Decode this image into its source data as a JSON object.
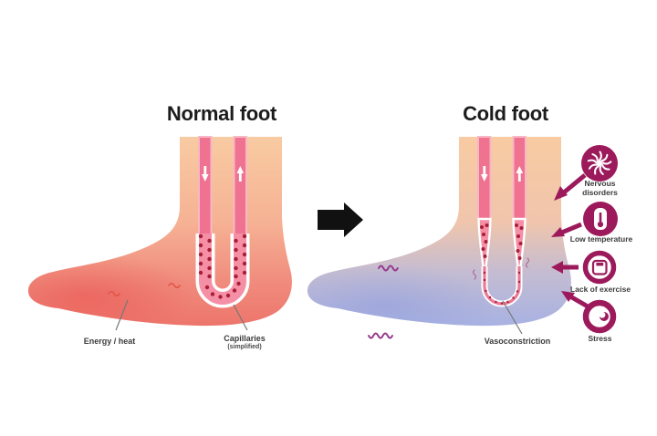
{
  "header": {
    "left_title": "Normal foot",
    "right_title": "Cold foot"
  },
  "normal_foot": {
    "label_energy": "Energy / heat",
    "label_capillaries": "Capillaries",
    "label_capillaries_note": "(simplified)"
  },
  "cold_foot": {
    "label_vasoconstriction": "Vasoconstriction"
  },
  "causes": [
    {
      "label": "Nervous disorders",
      "icon": "neuron-icon"
    },
    {
      "label": "Low temperature",
      "icon": "thermometer-icon"
    },
    {
      "label": "Lack of exercise",
      "icon": "weight-scale-icon"
    },
    {
      "label": "Stress",
      "icon": "stressed-head-icon"
    }
  ],
  "icons": {
    "transition": "right-block-arrow-icon",
    "blood_flow": "blood-flow-arrow-icon",
    "heat_marks": "heat-squiggle-icon",
    "cold_marks": "cold-squiggle-icon"
  },
  "colors": {
    "background": "#FFFFFF",
    "skin": "#F8CBA2",
    "warm_foot": "#ED756B",
    "cold_foot": "#A8B2E2",
    "vessel_pink": "#EF7390",
    "capillary_pink": "#F58FA6",
    "blood_cell_red": "#A81E36",
    "accent_magenta": "#9C1A5C",
    "heat_mark_red": "#E25648",
    "cold_mark_purple": "#93388E",
    "title_text": "#1C1C1C",
    "label_text": "#3B3B3B",
    "transition_arrow": "#111111"
  }
}
